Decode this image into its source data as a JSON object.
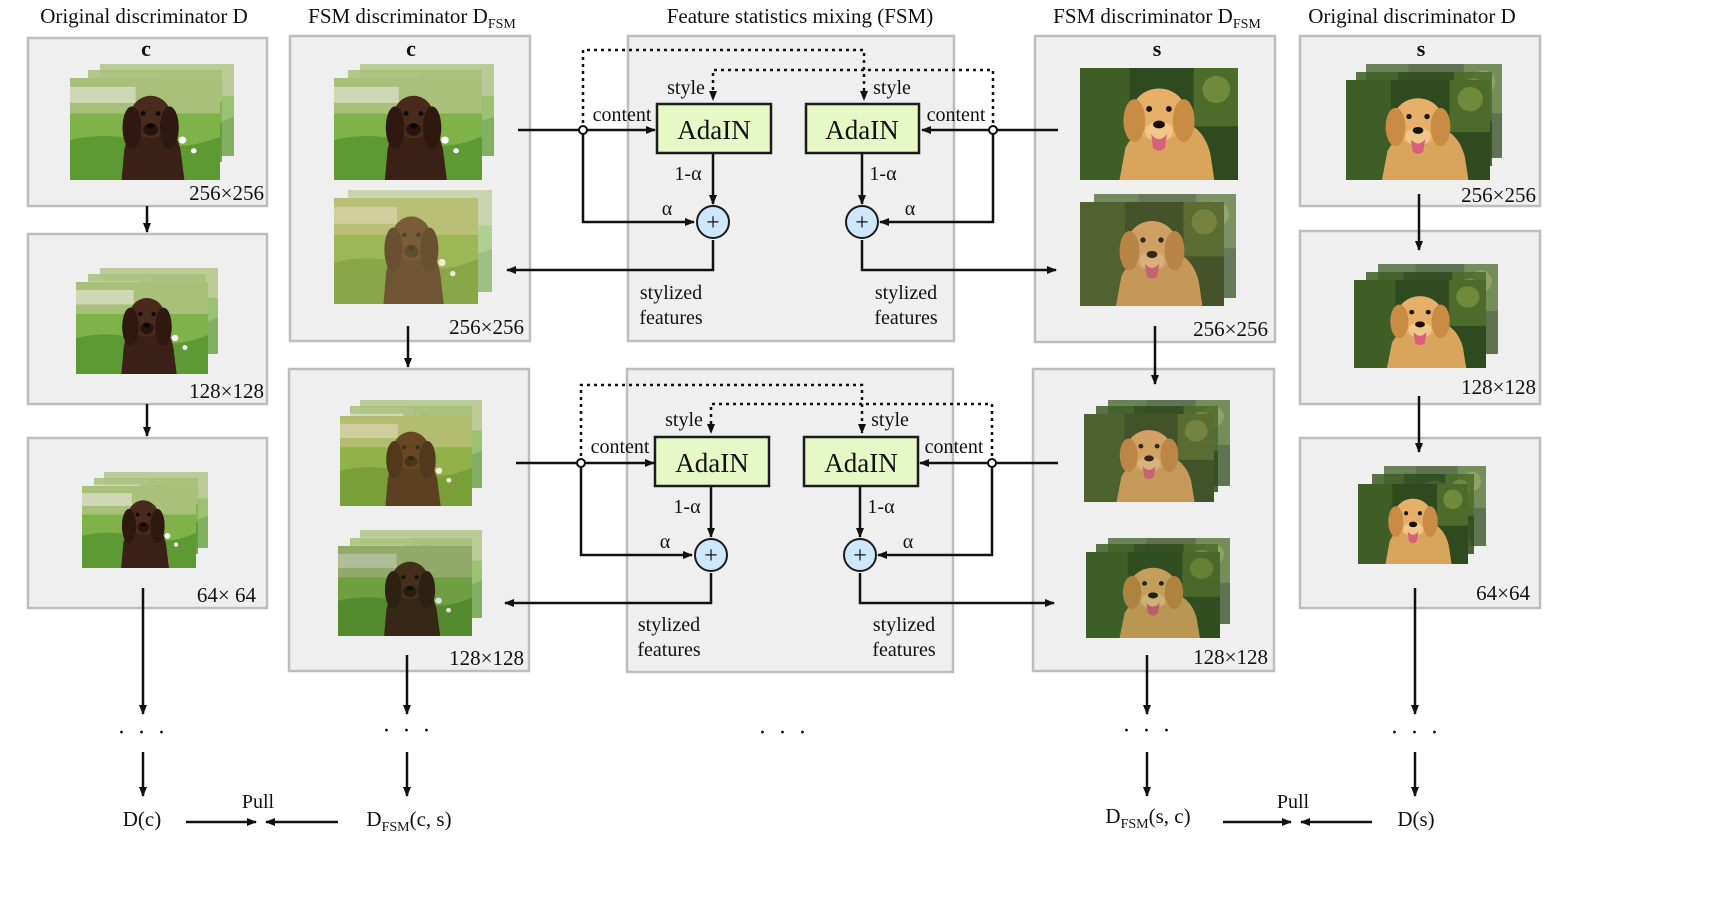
{
  "titles": {
    "orig_left": "Original discriminator D",
    "fsm_left_main": "FSM discriminator D",
    "fsm_left_sub": "FSM",
    "fsm_center": "Feature statistics mixing (FSM)",
    "fsm_right_main": "FSM discriminator D",
    "fsm_right_sub": "FSM",
    "orig_right": "Original discriminator D"
  },
  "inputs": {
    "content": "c",
    "style": "s"
  },
  "resolutions": {
    "r256": "256×256",
    "r128": "128×128",
    "r64_left": "64× 64",
    "r64_right": "64×64"
  },
  "labels": {
    "style": "style",
    "content": "content",
    "adain": "AdaIN",
    "one_minus_alpha": "1-α",
    "alpha": "α",
    "plus": "+",
    "stylized_1": "stylized",
    "stylized_2": "features",
    "dots": "· · ·",
    "pull": "Pull"
  },
  "outputs": {
    "d_c": "D(c)",
    "d_fsm_main": "D",
    "d_fsm_sub": "FSM",
    "d_fsm_cs": "(c, s)",
    "d_fsm_sc": "(s, c)",
    "d_s": "D(s)"
  },
  "images": {
    "brown_dog": "brown-dog-photo",
    "golden_dog": "golden-retriever-photo"
  },
  "colors": {
    "panel_bg": "#efefef",
    "panel_border": "#bdbdbd",
    "adain_fill": "#e6f8c6",
    "sum_fill": "#cfe7fa"
  }
}
